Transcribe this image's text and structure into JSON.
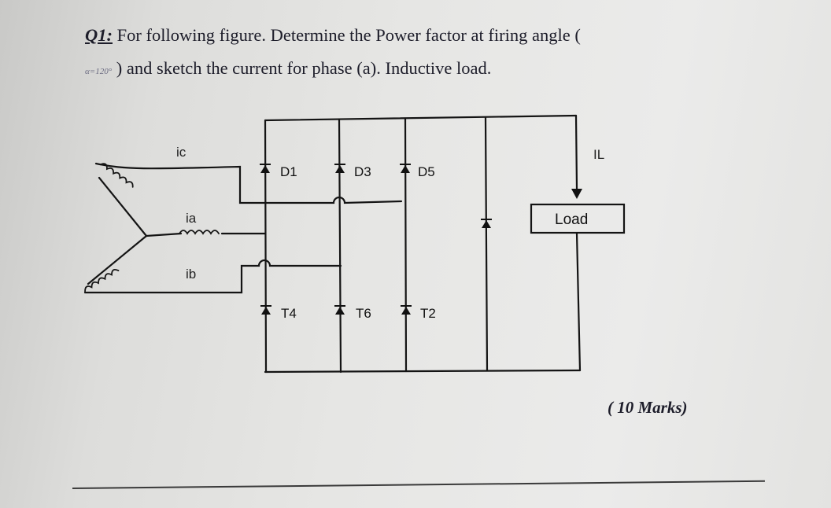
{
  "question": {
    "number": "Q1:",
    "line1": "For following figure. Determine the Power factor at firing angle (",
    "alpha": "α=120°",
    "line2": ") and sketch the current for phase (a). Inductive load."
  },
  "circuit": {
    "phase_labels": {
      "ic": "ic",
      "ia": "ia",
      "ib": "ib"
    },
    "upper_devices": [
      "D1",
      "D3",
      "D5"
    ],
    "lower_devices": [
      "T4",
      "T6",
      "T2"
    ],
    "load_current_label": "IL",
    "load_label": "Load"
  },
  "marks": "( 10 Marks)"
}
